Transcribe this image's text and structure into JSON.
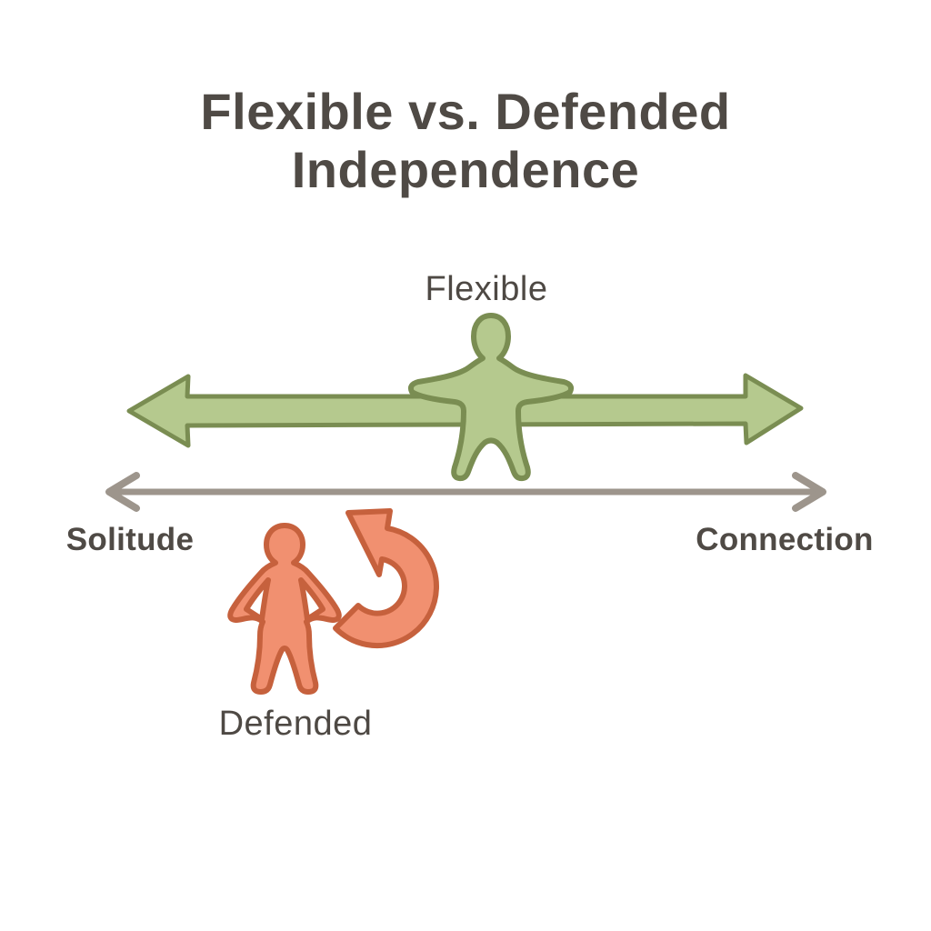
{
  "title": {
    "line1": "Flexible vs. Defended",
    "line2": "Independence"
  },
  "diagram": {
    "flexible_label": "Flexible",
    "defended_label": "Defended",
    "axis_left_label": "Solitude",
    "axis_right_label": "Connection",
    "flexible_figure": "person-arms-outstretched",
    "defended_figure": "person-hands-on-hips",
    "flexible_arrow": "double-headed-block-arrow",
    "axis_arrow": "double-headed-line-arrow",
    "defended_arrow": "curved-turn-away-arrow"
  },
  "colors": {
    "background": "#ffffff",
    "title_text": "#4f4a45",
    "sublabel_text": "#4e4944",
    "axis_label_text": "#4f4a45",
    "flexible_fill": "#b5c98e",
    "flexible_stroke": "#7a8d52",
    "defended_fill": "#f19070",
    "defended_stroke": "#c6613d",
    "axis_arrow_color": "#9d958c"
  }
}
